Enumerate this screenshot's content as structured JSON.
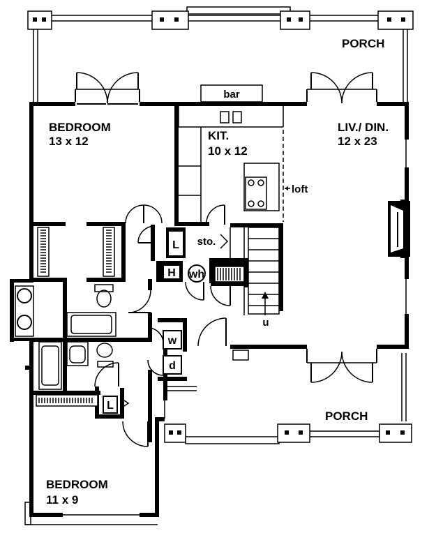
{
  "rooms": {
    "porch_top": {
      "name": "PORCH"
    },
    "porch_bottom": {
      "name": "PORCH"
    },
    "bedroom_main": {
      "name": "BEDROOM",
      "size": "13 x 12"
    },
    "bedroom_small": {
      "name": "BEDROOM",
      "size": "11 x 9"
    },
    "kitchen": {
      "name": "KIT.",
      "size": "10 x 12"
    },
    "living_dining": {
      "name": "LIV./ DIN.",
      "size": "12 x 23"
    }
  },
  "labels": {
    "bar": "bar",
    "loft": "loft",
    "storage": "sto.",
    "linen_1": "L",
    "linen_2": "L",
    "water_heater": "wh",
    "heater": "H",
    "washer": "w",
    "dryer": "d",
    "stairs_up": "u"
  }
}
